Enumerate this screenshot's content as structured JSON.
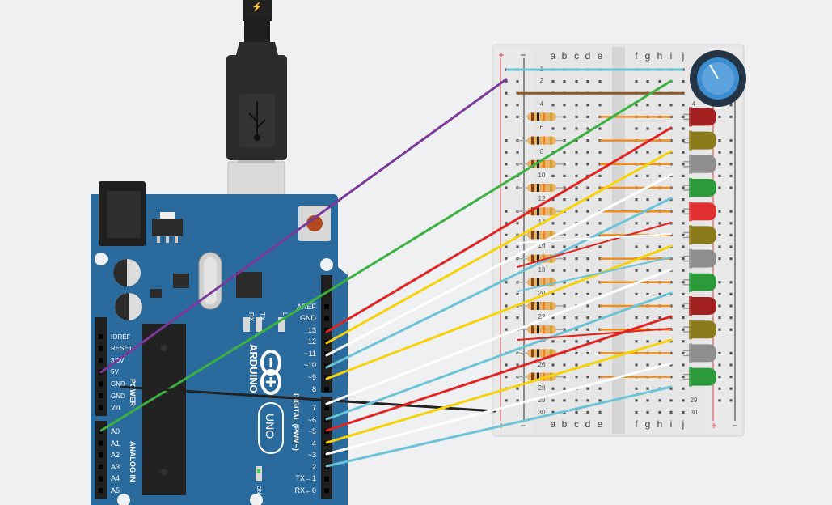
{
  "board": {
    "name": "ARDUINO",
    "model": "UNO",
    "power_label": "POWER",
    "analog_label": "ANALOG IN",
    "digital_label": "DIGITAL (PWM~)",
    "on_label": "ON",
    "l_label": "L",
    "tx_label": "TX",
    "rx_label": "RX",
    "power_pins": [
      "IOREF",
      "RESET",
      "3.3V",
      "5V",
      "GND",
      "GND",
      "Vin"
    ],
    "analog_pins": [
      "A0",
      "A1",
      "A2",
      "A3",
      "A4",
      "A5"
    ],
    "top_header_pins": [
      "AREF",
      "GND",
      "13",
      "12",
      "~11",
      "~10",
      "~9",
      "8"
    ],
    "bottom_header_pins": [
      "7",
      "~6",
      "~5",
      "4",
      "~3",
      "2",
      "TX→1",
      "RX←0"
    ],
    "colors": {
      "board": "#2a6a9c",
      "header": "#222222"
    }
  },
  "usb_cable": {
    "icon": "usb-icon",
    "plug_icon": "lightning-icon"
  },
  "breadboard": {
    "left_columns": [
      "a",
      "b",
      "c",
      "d",
      "e"
    ],
    "right_columns": [
      "f",
      "g",
      "h",
      "i",
      "j"
    ],
    "rail_plus": "+",
    "rail_minus": "−",
    "row_numbers_left": [
      "1",
      "2",
      "4",
      "6",
      "8",
      "10",
      "12",
      "14",
      "16",
      "18",
      "20",
      "22",
      "24",
      "26",
      "28",
      "29",
      "30"
    ],
    "row_numbers_right": [
      "4",
      "29",
      "30"
    ]
  },
  "potentiometer": {
    "icon": "knob-icon",
    "color": "#3d8ed0"
  },
  "leds": {
    "colors": [
      "#a32020",
      "#8a7a1a",
      "#8e8e8e",
      "#2a9a3a",
      "#e03030",
      "#8a7a1a",
      "#8e8e8e",
      "#2a9a3a",
      "#a32020",
      "#8a7a1a",
      "#8e8e8e",
      "#2a9a3a"
    ]
  },
  "wire_colors": {
    "purple": "#7b3a9a",
    "green": "#3cb043",
    "red": "#e02424",
    "yellow": "#f5d20a",
    "white": "#ffffff",
    "cyan": "#6cc3d5",
    "black": "#222222",
    "orange": "#f08c1e",
    "brown": "#8b5a2b"
  }
}
